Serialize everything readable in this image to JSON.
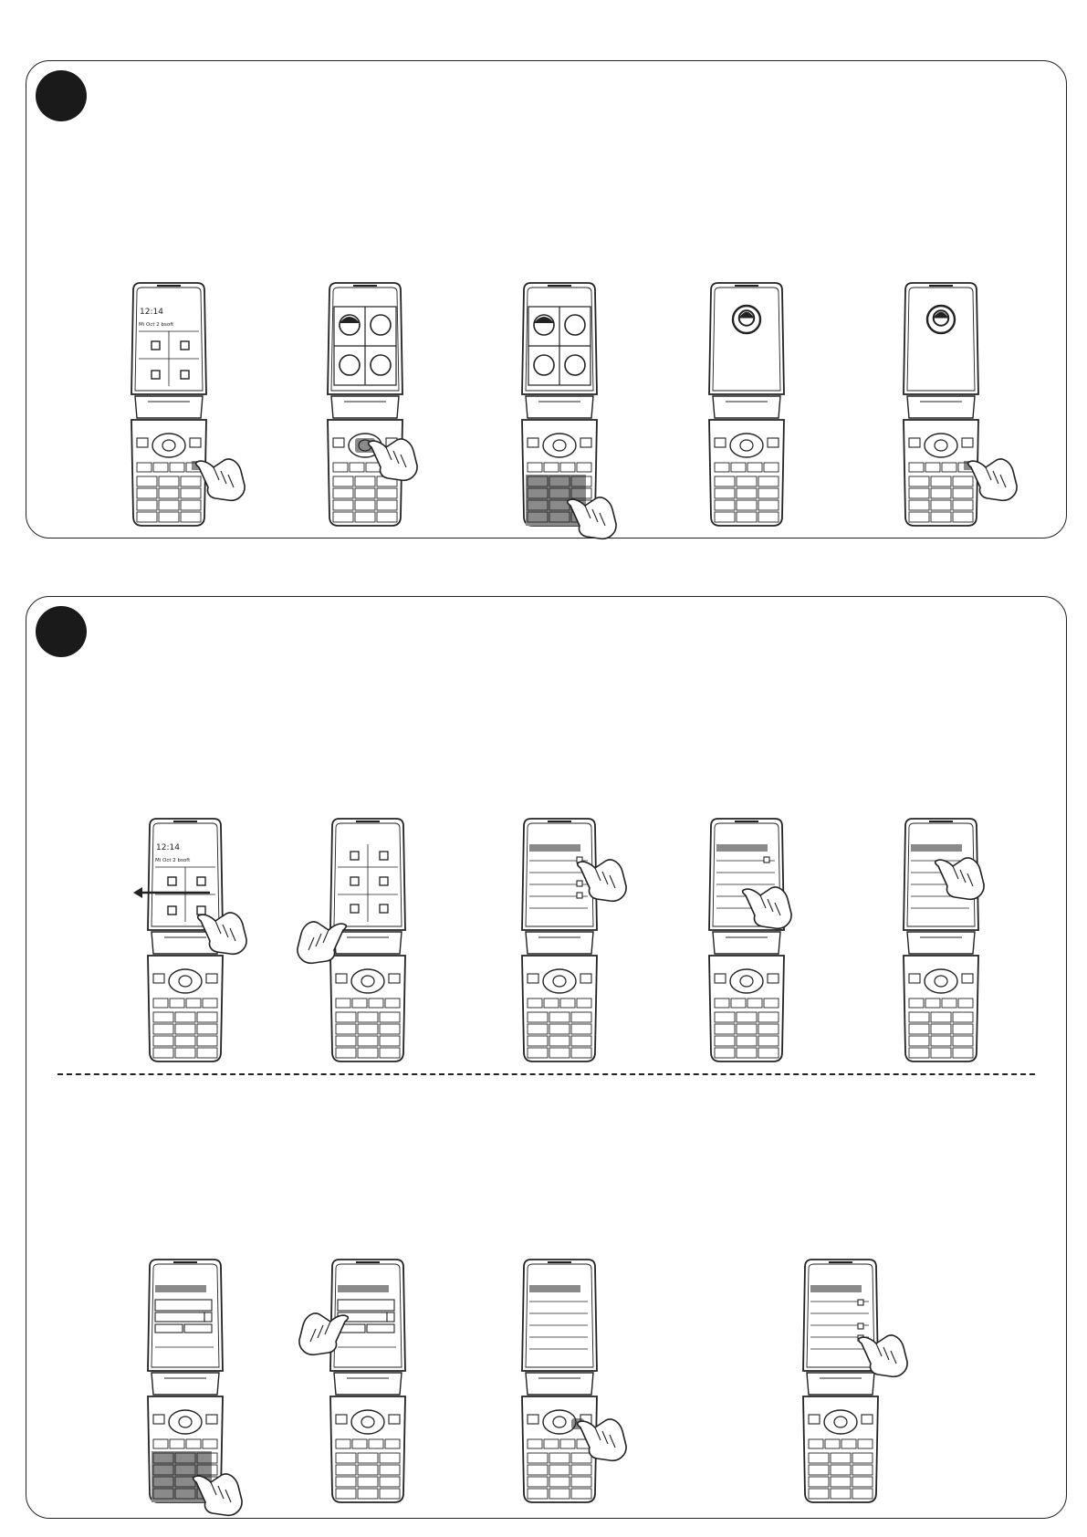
{
  "colors": {
    "ink": "#222222",
    "badge": "#1a1a1a",
    "highlight": "#8a8a8a",
    "paper": "#ffffff"
  },
  "panels": [
    {
      "id": "panel-1",
      "steps": [
        {
          "screen": "home",
          "home_time": "12:14",
          "home_subtitle": "Mi Oct 2 bsoft",
          "press": "key-right-softkey"
        },
        {
          "screen": "photo-grid",
          "press": "key-nav-ok"
        },
        {
          "screen": "photo-grid",
          "press": "keypad"
        },
        {
          "screen": "contact-avatar",
          "press": "none"
        },
        {
          "screen": "contact-avatar",
          "press": "key-right-softkey"
        }
      ]
    },
    {
      "id": "panel-2",
      "rows": [
        [
          {
            "screen": "home-swipe",
            "home_time": "12:14",
            "home_subtitle": "Mi Oct 2 bsoft",
            "press": "swipe-left"
          },
          {
            "screen": "apps-grid",
            "press": "tap-left-screen"
          },
          {
            "screen": "settings-list",
            "press": "tap-top-checkbox"
          },
          {
            "screen": "settings-list-one",
            "press": "tap-list-middle"
          },
          {
            "screen": "plain-list",
            "press": "tap-list-top"
          }
        ],
        [
          {
            "screen": "edit-form",
            "press": "keypad"
          },
          {
            "screen": "edit-form",
            "press": "tap-left-form"
          },
          {
            "screen": "plain-list-tall",
            "press": "key-nav-right"
          },
          {
            "screen": "settings-list-checks",
            "press": "tap-lower-checkbox"
          }
        ]
      ]
    }
  ],
  "icons": [
    "step-badge-1-icon",
    "step-badge-2-icon",
    "flip-phone-icon",
    "pointing-hand-icon",
    "swipe-arrow-icon",
    "checkbox-icon",
    "avatar-icon"
  ]
}
